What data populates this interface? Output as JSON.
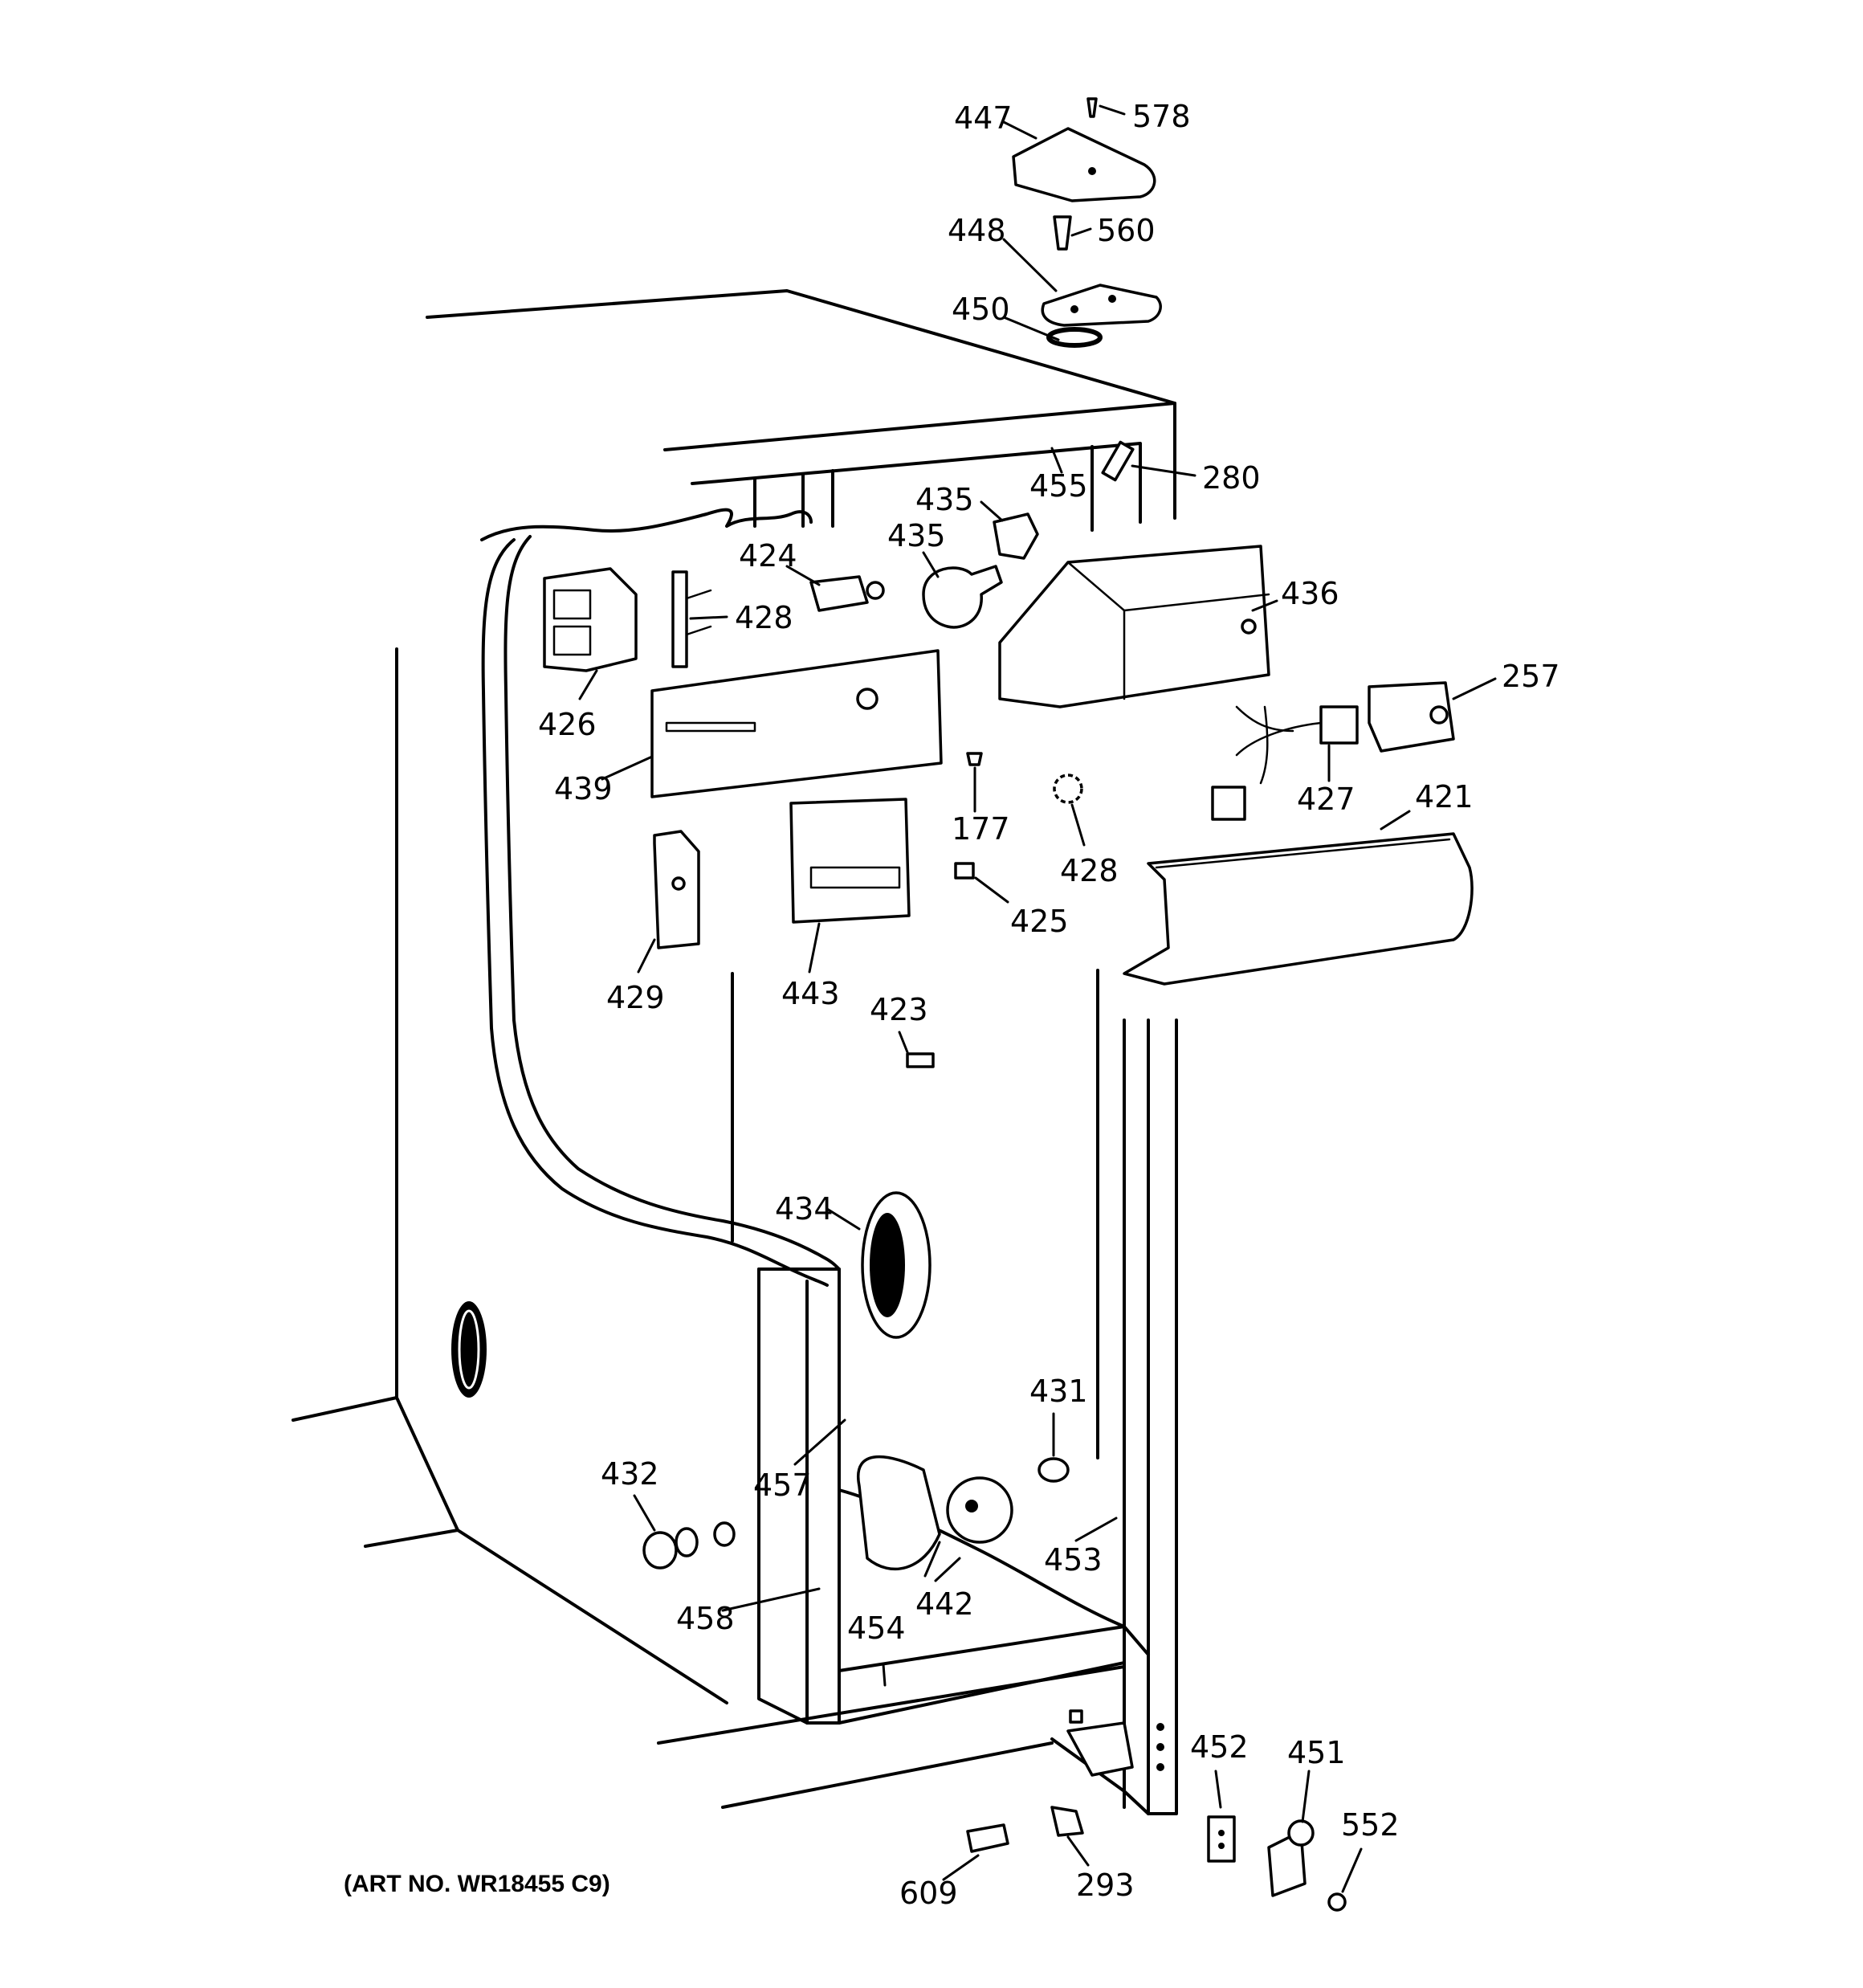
{
  "art_number": "(ART NO. WR18455 C9)",
  "callouts": {
    "c447": "447",
    "c578": "578",
    "c448": "448",
    "c560": "560",
    "c450": "450",
    "c455": "455",
    "c280": "280",
    "c435a": "435",
    "c435b": "435",
    "c424": "424",
    "c428a": "428",
    "c436": "436",
    "c426": "426",
    "c257": "257",
    "c439": "439",
    "c177": "177",
    "c427": "427",
    "c421": "421",
    "c428b": "428",
    "c425": "425",
    "c429": "429",
    "c443": "443",
    "c423": "423",
    "c434": "434",
    "c431": "431",
    "c432": "432",
    "c457": "457",
    "c453": "453",
    "c458": "458",
    "c442": "442",
    "c454": "454",
    "c452": "452",
    "c451": "451",
    "c552": "552",
    "c609": "609",
    "c293": "293"
  }
}
